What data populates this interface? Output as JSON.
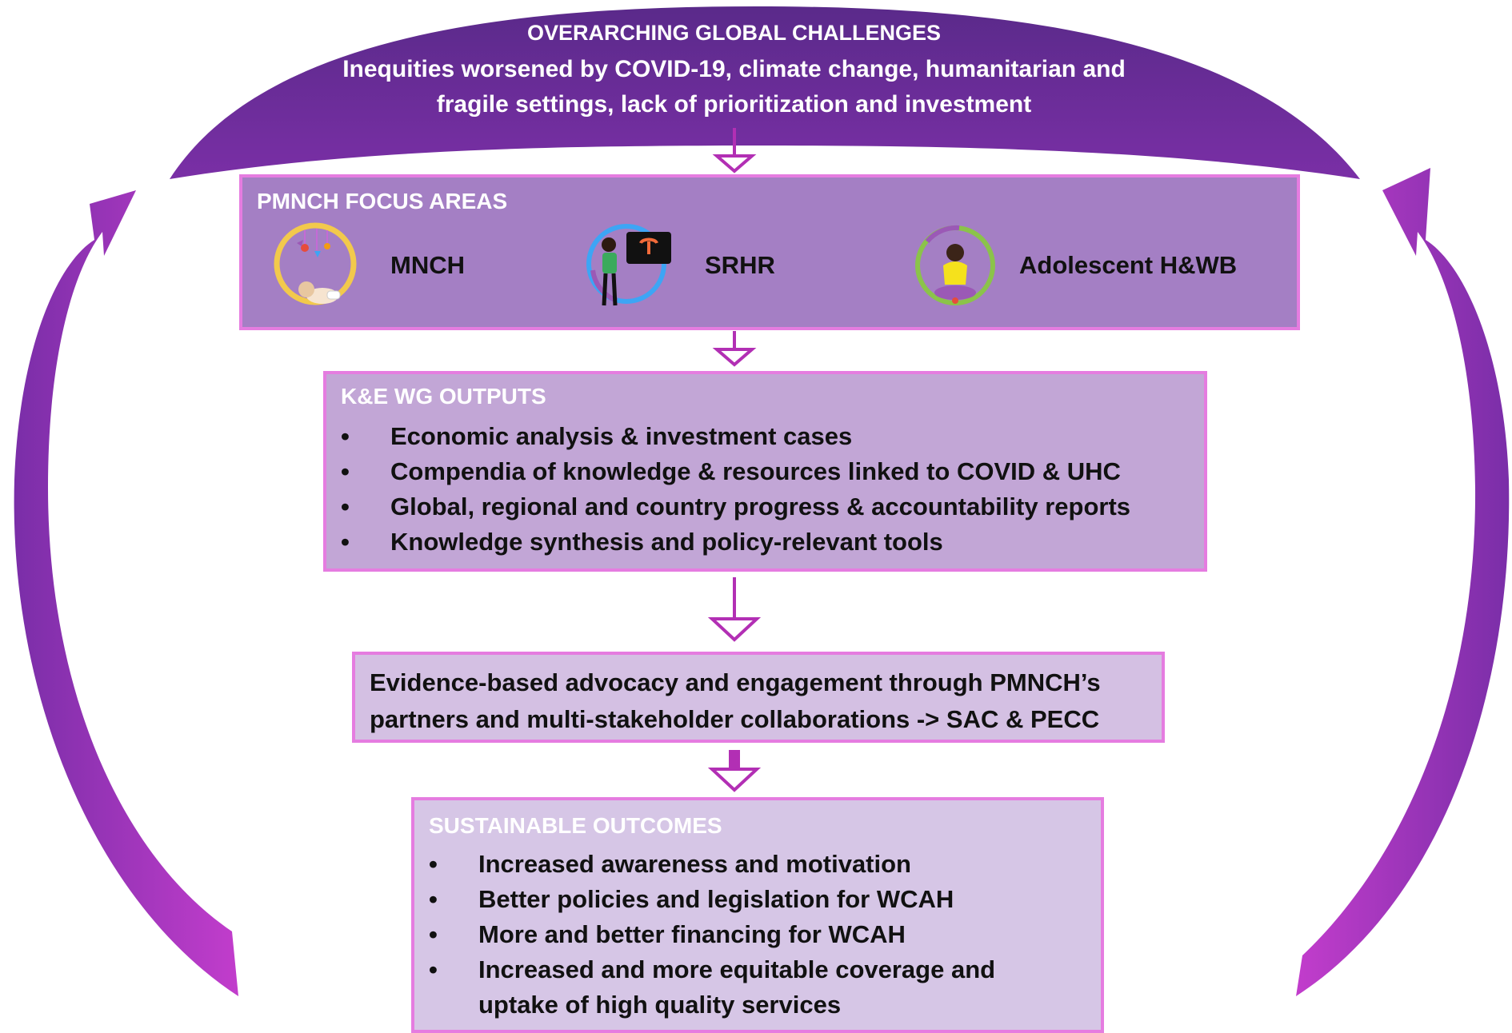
{
  "header": {
    "title": "OVERARCHING GLOBAL CHALLENGES",
    "line1": "Inequities worsened by COVID-19, climate change, humanitarian and",
    "line2": "fragile settings, lack of prioritization and investment"
  },
  "focus_areas": {
    "title": "PMNCH FOCUS AREAS",
    "items": [
      {
        "label": "MNCH",
        "icon": "baby-crawling-icon"
      },
      {
        "label": "SRHR",
        "icon": "woman-presenting-icon"
      },
      {
        "label": "Adolescent H&WB",
        "icon": "meditating-girl-icon"
      }
    ]
  },
  "outputs": {
    "title": "K&E WG OUTPUTS",
    "bullet": "•",
    "items": [
      "Economic analysis & investment cases",
      "Compendia of knowledge & resources linked to COVID & UHC",
      "Global, regional and country progress & accountability reports",
      "Knowledge synthesis and policy-relevant tools"
    ]
  },
  "advocacy": {
    "line1": "Evidence-based advocacy and engagement through PMNCH’s",
    "line2": "partners and multi-stakeholder collaborations -> SAC & PECC"
  },
  "outcomes": {
    "title": "SUSTAINABLE OUTCOMES",
    "bullet": "•",
    "items": [
      "Increased awareness and motivation",
      "Better policies and legislation for WCAH",
      "More and better financing for WCAH",
      "Increased and more equitable coverage and",
      "uptake of high quality services"
    ]
  },
  "colors": {
    "arc_purple": "#6b2c9a",
    "arc_edge": "#c03cc8",
    "box_border": "#e57ce0",
    "focus_fill": "#a47fc4",
    "outputs_fill": "#c2a6d6",
    "advocacy_fill": "#d4c0e3",
    "outcomes_fill": "#d6c6e6",
    "connector": "#b22fb4"
  }
}
